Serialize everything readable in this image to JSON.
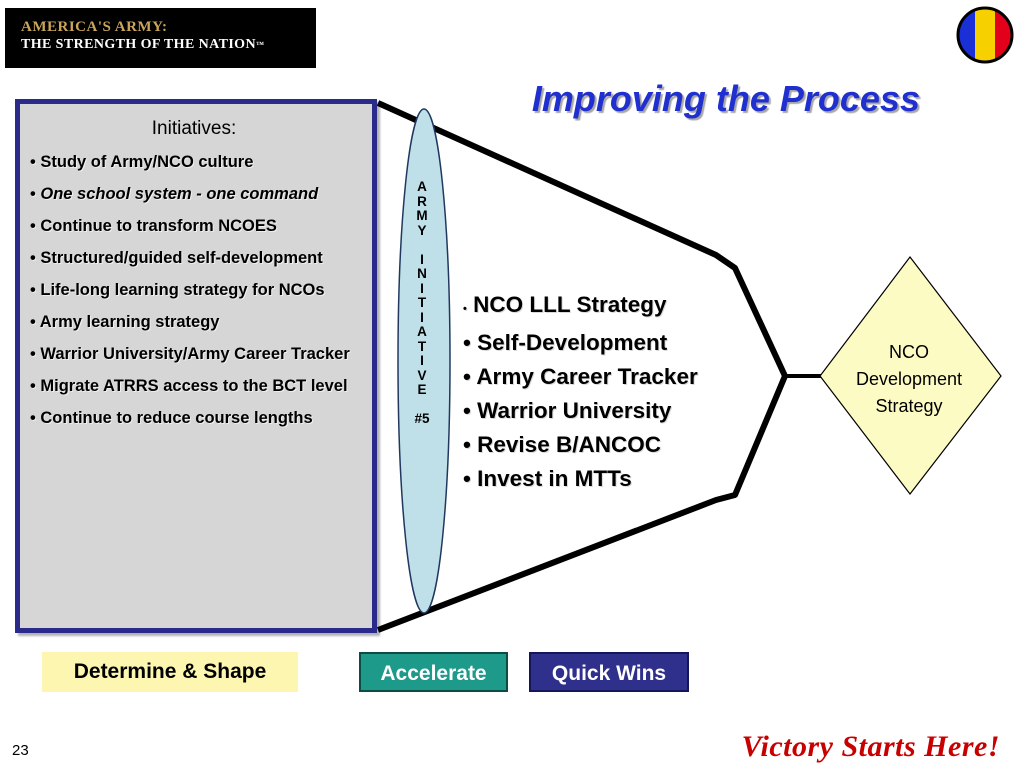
{
  "logo": {
    "line1": "AMERICA'S ARMY:",
    "line2": "THE STRENGTH OF  THE NATION",
    "trademark": "™"
  },
  "title": "Improving the Process",
  "initiatives": {
    "heading": "Initiatives:",
    "items": [
      "Study of Army/NCO culture",
      "One school system - one command",
      "Continue to transform NCOES",
      "Structured/guided self-development",
      "Life-long learning strategy for NCOs",
      "Army learning strategy",
      "Warrior University/Army Career Tracker",
      "Migrate ATRRS access to the BCT level",
      "Continue to reduce course lengths"
    ]
  },
  "army_initiative": {
    "letters": [
      "A",
      "R",
      "M",
      "Y",
      "",
      "I",
      "N",
      "I",
      "T",
      "I",
      "A",
      "T",
      "I",
      "V",
      "E",
      "",
      "#5"
    ]
  },
  "strategies": {
    "bullet": "•",
    "items": [
      "NCO LLL Strategy",
      "Self-Development",
      "Army Career Tracker",
      "Warrior University",
      "Revise B/ANCOC",
      "Invest in MTTs"
    ]
  },
  "diamond": {
    "lines": [
      "NCO",
      "Development",
      "Strategy"
    ]
  },
  "buttons": {
    "determine": "Determine & Shape",
    "accelerate": "Accelerate",
    "quick_wins": "Quick Wins"
  },
  "page_number": "23",
  "slogan": "Victory Starts Here!",
  "colors": {
    "title": "#1f2fd0",
    "panel_border": "#2a2a8a",
    "ellipse_fill": "#bfe0e8",
    "diamond_fill": "#fdfbc4",
    "slogan": "#c80000",
    "seal_blue": "#1a2fd6",
    "seal_yellow": "#f7d000",
    "seal_red": "#e3001b"
  }
}
